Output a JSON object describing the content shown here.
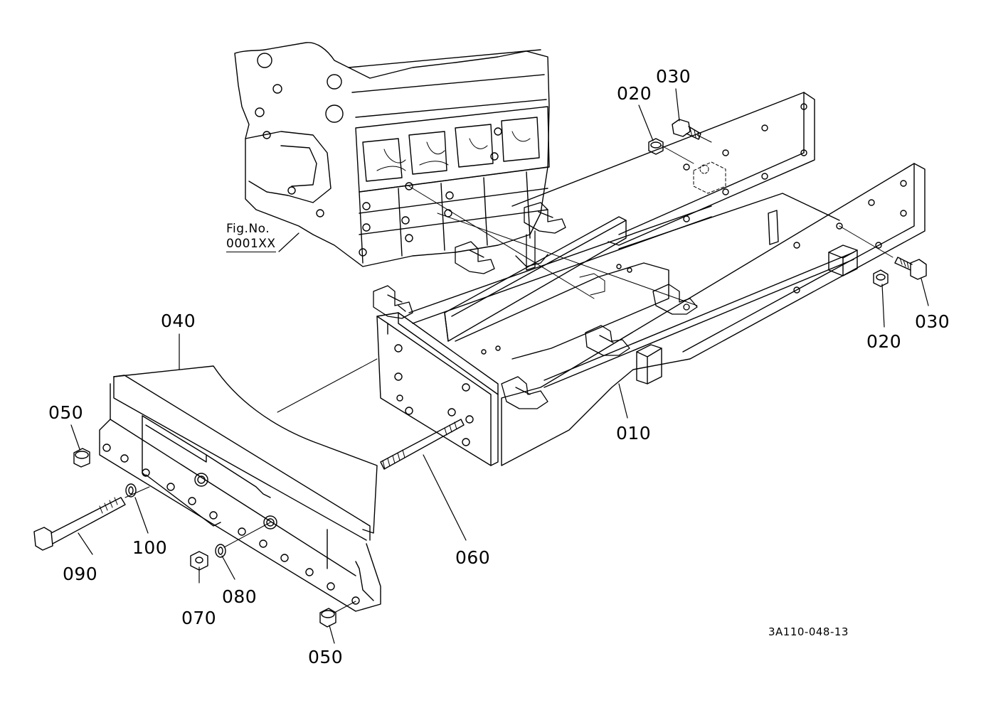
{
  "callouts": {
    "p010": "010",
    "p020_a": "020",
    "p020_b": "020",
    "p030_a": "030",
    "p030_b": "030",
    "p040": "040",
    "p050_a": "050",
    "p050_b": "050",
    "p060": "060",
    "p070": "070",
    "p080": "080",
    "p090": "090",
    "p100": "100"
  },
  "fig_ref": {
    "line1": "Fig.No.",
    "line2": "0001XX"
  },
  "drawing_number": "3A110-048-13"
}
